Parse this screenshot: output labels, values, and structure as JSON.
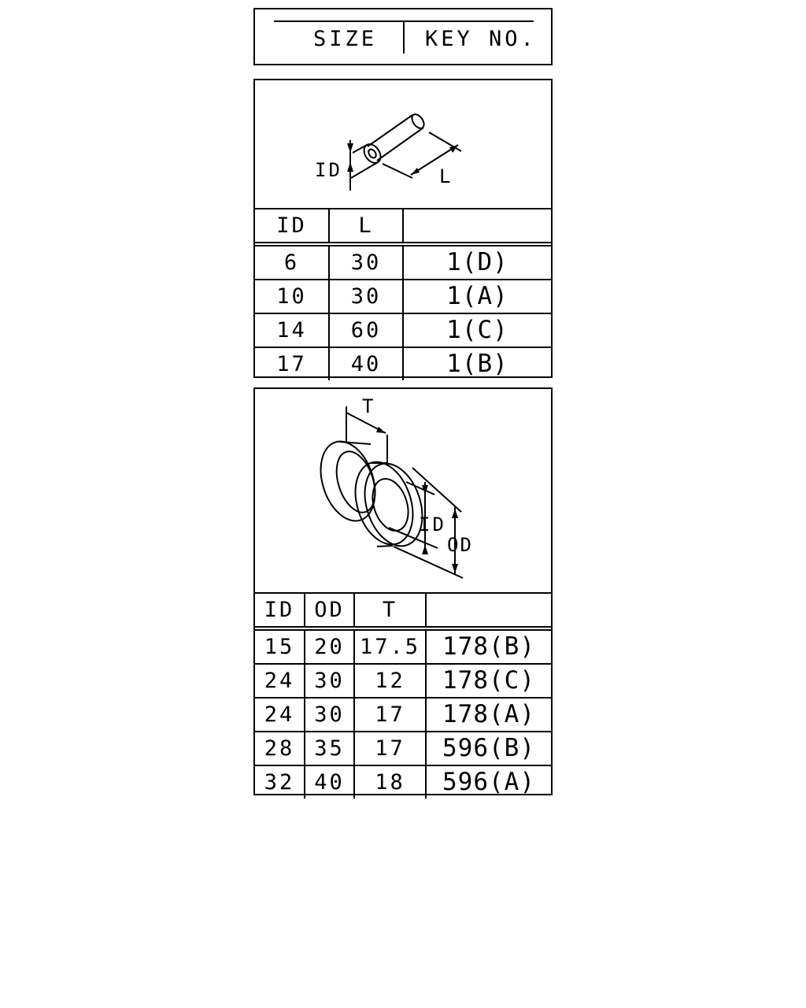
{
  "header": {
    "size_label": "SIZE",
    "key_label": "KEY NO."
  },
  "hose": {
    "dims": {
      "id": "ID",
      "l": "L"
    },
    "columns": [
      "ID",
      "L",
      ""
    ],
    "rows": [
      {
        "id": "6",
        "l": "30",
        "key": "1(D)"
      },
      {
        "id": "10",
        "l": "30",
        "key": "1(A)"
      },
      {
        "id": "14",
        "l": "60",
        "key": "1(C)"
      },
      {
        "id": "17",
        "l": "40",
        "key": "1(B)"
      }
    ]
  },
  "grommet": {
    "dims": {
      "t": "T",
      "id": "ID",
      "od": "OD"
    },
    "columns": [
      "ID",
      "OD",
      "T",
      ""
    ],
    "rows": [
      {
        "id": "15",
        "od": "20",
        "t": "17.5",
        "key": "178(B)"
      },
      {
        "id": "24",
        "od": "30",
        "t": "12",
        "key": "178(C)"
      },
      {
        "id": "24",
        "od": "30",
        "t": "17",
        "key": "178(A)"
      },
      {
        "id": "28",
        "od": "35",
        "t": "17",
        "key": "596(B)"
      },
      {
        "id": "32",
        "od": "40",
        "t": "18",
        "key": "596(A)"
      }
    ]
  }
}
